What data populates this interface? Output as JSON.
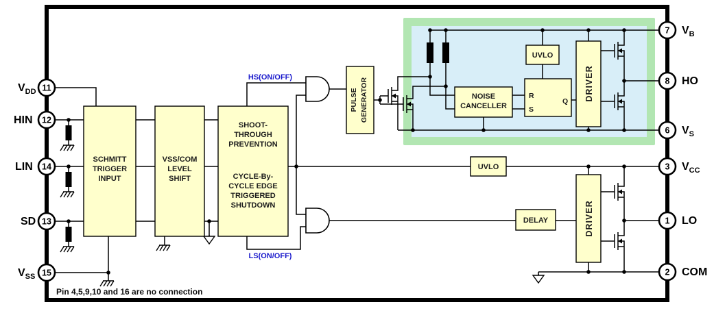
{
  "note": "Pin 4,5,9,10 and 16 are no connection",
  "signals": {
    "hs": "HS(ON/OFF)",
    "ls": "LS(ON/OFF)"
  },
  "pins": {
    "left": [
      {
        "num": "11",
        "main": "V",
        "sub": "DD"
      },
      {
        "num": "12",
        "main": "HIN",
        "sub": ""
      },
      {
        "num": "14",
        "main": "LIN",
        "sub": ""
      },
      {
        "num": "13",
        "main": "SD",
        "sub": ""
      },
      {
        "num": "15",
        "main": "V",
        "sub": "SS"
      }
    ],
    "right": [
      {
        "num": "7",
        "main": "V",
        "sub": "B"
      },
      {
        "num": "8",
        "main": "HO",
        "sub": ""
      },
      {
        "num": "6",
        "main": "V",
        "sub": "S"
      },
      {
        "num": "3",
        "main": "V",
        "sub": "CC"
      },
      {
        "num": "1",
        "main": "LO",
        "sub": ""
      },
      {
        "num": "2",
        "main": "COM",
        "sub": ""
      }
    ]
  },
  "blocks": {
    "schmitt": {
      "lines": [
        "SCHMITT",
        "TRIGGER",
        "INPUT"
      ]
    },
    "level_shift": {
      "lines": [
        "VSS/COM",
        "LEVEL",
        "SHIFT"
      ]
    },
    "shoot_through": {
      "top_lines": [
        "SHOOT-",
        "THROUGH",
        "PREVENTION"
      ],
      "bottom_lines": [
        "CYCLE-By-",
        "CYCLE EDGE",
        "TRIGGERED",
        "SHUTDOWN"
      ]
    },
    "pulse_generator": {
      "lines": [
        "PULSE",
        "GENERATOR"
      ]
    },
    "noise_canceller": {
      "lines": [
        "NOISE",
        "CANCELLER"
      ]
    },
    "uvlo_high": {
      "label": "UVLO"
    },
    "uvlo_low": {
      "label": "UVLO"
    },
    "delay": {
      "label": "DELAY"
    },
    "driver_high": {
      "label": "DRIVER"
    },
    "driver_low": {
      "label": "DRIVER"
    },
    "latch": {
      "r": "R",
      "s": "S",
      "q": "Q"
    }
  },
  "colors": {
    "block_fill": "#FFFFCC",
    "green_region": "#B2E6B2",
    "blue_region": "#D8EEF8",
    "signal_blue": "#1A1ACC"
  }
}
